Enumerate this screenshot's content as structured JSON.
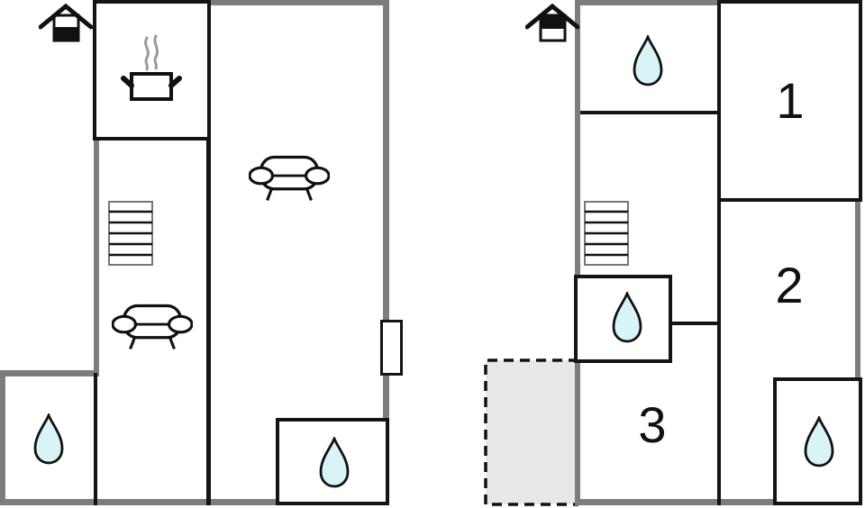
{
  "document": {
    "kind": "apartment floor plan, two levels side by side",
    "background": "#ffffff"
  },
  "colors": {
    "exterior_wall": "#7d7d7d",
    "interior_wall": "#141414",
    "water_drop_fill": "#d8f4f7",
    "terrace_fill": "#e8e8e8",
    "steam": "#9a9a9a"
  },
  "ground_floor": {
    "level_icon": "house-ground-floor-icon",
    "features": [
      "kitchen with cooking pot",
      "staircase",
      "sofa in hall",
      "sofa in living room",
      "bathroom with water drop (south-west)",
      "bathroom with water drop (south-east)",
      "entrance door on right wall"
    ]
  },
  "upper_floor": {
    "level_icon": "house-upper-floor-icon",
    "rooms": [
      {
        "label": "1"
      },
      {
        "label": "2"
      },
      {
        "label": "3"
      }
    ],
    "features": [
      "bathroom with water drop (top)",
      "staircase",
      "bathroom with water drop (middle)",
      "bathroom with water drop (south-east)",
      "dashed terrace area (bottom-left)"
    ]
  }
}
